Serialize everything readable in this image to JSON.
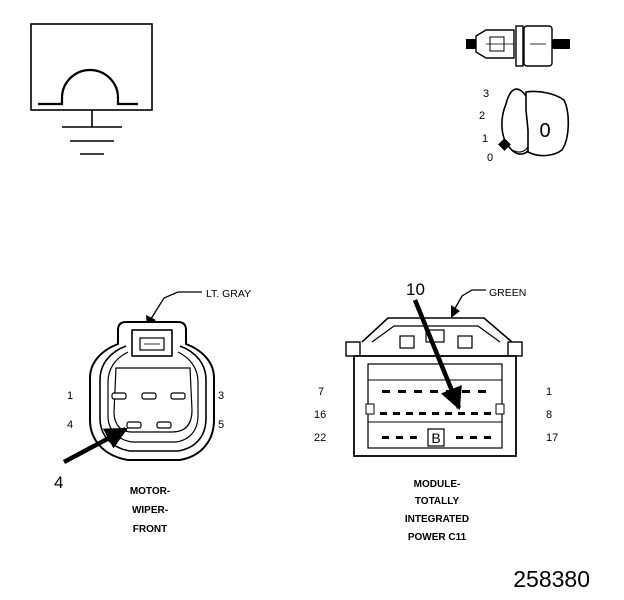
{
  "ohmmeter": {
    "symbol": "Ω"
  },
  "ignition_switch": {
    "positions": [
      "3",
      "2",
      "1",
      "0"
    ],
    "key_label": "0"
  },
  "motor_connector": {
    "color_label": "LT. GRAY",
    "pin_labels": {
      "top_left": "1",
      "top_right": "3",
      "bottom_left": "4",
      "bottom_right": "5"
    },
    "pointer_label": "4",
    "caption": [
      "MOTOR-",
      "WIPER-",
      "FRONT"
    ]
  },
  "module_connector": {
    "color_label": "GREEN",
    "pointer_label": "10",
    "pin_labels": {
      "row1_left": "7",
      "row1_right": "1",
      "row2_left": "16",
      "row2_right": "8",
      "row3_left": "22",
      "row3_right": "17"
    },
    "key_letter": "B",
    "caption": [
      "MODULE-",
      "TOTALLY",
      "INTEGRATED",
      "POWER C11"
    ]
  },
  "figure_number": "258380"
}
